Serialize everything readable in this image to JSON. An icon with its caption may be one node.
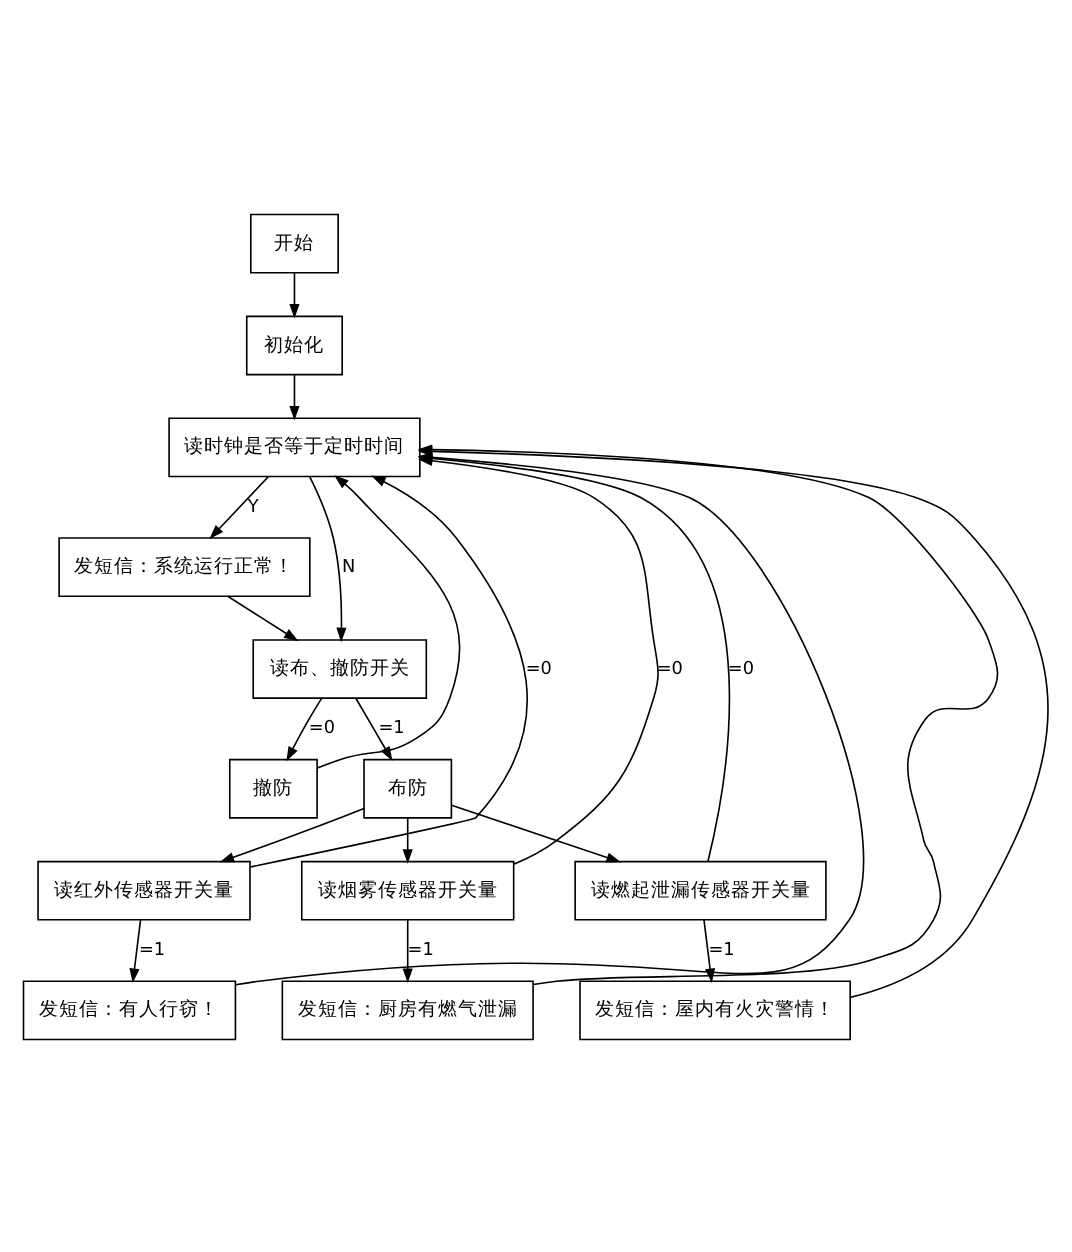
{
  "diagram": {
    "nodes": [
      {
        "text": [
          "开始"
        ]
      },
      {
        "text": [
          "初始化"
        ]
      },
      {
        "text": [
          "读时钟是否等于定时时间"
        ]
      },
      {
        "text": [
          "发短信：系统运行正常！"
        ]
      },
      {
        "text": [
          "读布、撤防开关"
        ]
      },
      {
        "text": [
          "撤防"
        ]
      },
      {
        "text": [
          "布防"
        ]
      },
      {
        "text": [
          "读红外传感器开关量"
        ]
      },
      {
        "text": [
          "读烟雾传感器开关量"
        ]
      },
      {
        "text": [
          "读燃起泄漏传感器开关量"
        ]
      },
      {
        "text": [
          "发短信：有人行窃！"
        ]
      },
      {
        "text": [
          "发短信：厨房有燃气泄漏"
        ]
      },
      {
        "text": [
          "发短信：屋内有火灾警情！"
        ]
      }
    ],
    "edges": [
      {
        "from": 0,
        "to": 1,
        "arrow": "to"
      },
      {
        "from": 1,
        "to": 2,
        "arrow": "to"
      },
      {
        "from": 2,
        "to": 3,
        "label": "Y",
        "arrow": "to"
      },
      {
        "from": 2,
        "to": 4,
        "label": "N",
        "arrow": "to"
      },
      {
        "from": 3,
        "to": 4,
        "arrow": "to"
      },
      {
        "from": 4,
        "to": 5,
        "label": "=0",
        "arrow": "to"
      },
      {
        "from": 4,
        "to": 6,
        "label": "=1",
        "arrow": "to"
      },
      {
        "from": 6,
        "to": 7,
        "arrow": "to"
      },
      {
        "from": 6,
        "to": 8,
        "arrow": "to"
      },
      {
        "from": 6,
        "to": 9,
        "arrow": "to"
      },
      {
        "from": 7,
        "to": 10,
        "label": "=1",
        "arrow": "to"
      },
      {
        "from": 8,
        "to": 11,
        "label": "=1",
        "arrow": "to"
      },
      {
        "from": 9,
        "to": 12,
        "label": "=1",
        "arrow": "to"
      },
      {
        "from": 7,
        "to": 2,
        "label": "=0",
        "arrow": "to"
      },
      {
        "from": 8,
        "to": 2,
        "label": "=0",
        "arrow": "to"
      },
      {
        "from": 9,
        "to": 2,
        "label": "=0",
        "arrow": "to"
      },
      {
        "from": 5,
        "to": 2,
        "arrow": "to"
      },
      {
        "from": 10,
        "to": 2,
        "arrow": "to"
      },
      {
        "from": 11,
        "to": 2,
        "arrow": "to"
      },
      {
        "from": 12,
        "to": 2,
        "arrow": "to"
      }
    ]
  }
}
